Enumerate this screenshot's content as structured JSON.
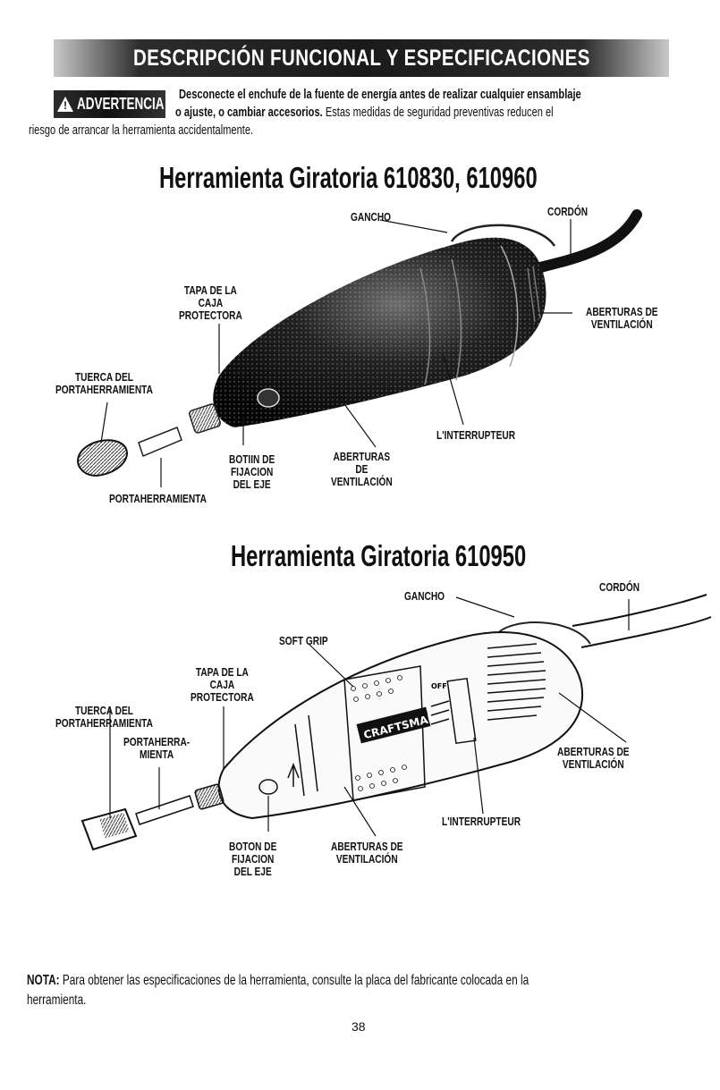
{
  "header": {
    "title": "DESCRIPCIÓN FUNCIONAL Y ESPECIFICACIONES"
  },
  "warning": {
    "badge": "ADVERTENCIA",
    "line1": "Desconecte el enchufe de la fuente de energía antes de realizar cualquier ensamblaje",
    "line2_bold": "o ajuste, o cambiar accesorios.",
    "line2_rest": " Estas medidas de seguridad preventivas reducen el",
    "line3": "riesgo de arrancar la herramienta accidentalmente."
  },
  "tool1": {
    "title": "Herramienta Giratoria 610830, 610960",
    "labels": {
      "gancho": "GANCHO",
      "cordon": "CORDÓN",
      "tapa": "TAPA DE LA\nCAJA\nPROTECTORA",
      "aberturas_right": "ABERTURAS DE\nVENTILACIÓN",
      "tuerca": "TUERCA DEL\nPORTAHERRAMIENTA",
      "interrupteur": "L'INTERRUPTEUR",
      "boton": "BOTIIN DE\nFIJACION\nDEL EJE",
      "aberturas_bottom": "ABERTURAS\nDE\nVENTILACIÓN",
      "portaherramienta": "PORTAHERRAMIENTA"
    }
  },
  "tool2": {
    "title": "Herramienta Giratoria 610950",
    "labels": {
      "gancho": "GANCHO",
      "cordon": "CORDÓN",
      "soft_grip": "SOFT GRIP",
      "tapa": "TAPA DE LA\nCAJA\nPROTECTORA",
      "tuerca": "TUERCA DEL\nPORTAHERRAMIENTA",
      "portaherra": "PORTAHERRA-\nMIENTA",
      "aberturas_right": "ABERTURAS DE\nVENTILACIÓN",
      "interrupteur": "L'INTERRUPTEUR",
      "boton": "BOTON DE\nFIJACION\nDEL EJE",
      "aberturas_bottom": "ABERTURAS DE\nVENTILACIÓN",
      "brand": "CRAFTSMAN",
      "off": "OFF"
    }
  },
  "note": {
    "label": "NOTA:",
    "line1": " Para obtener las especificaciones de la herramienta, consulte la placa del fabricante colocada en la",
    "line2": "herramienta."
  },
  "page": {
    "number": "38"
  }
}
